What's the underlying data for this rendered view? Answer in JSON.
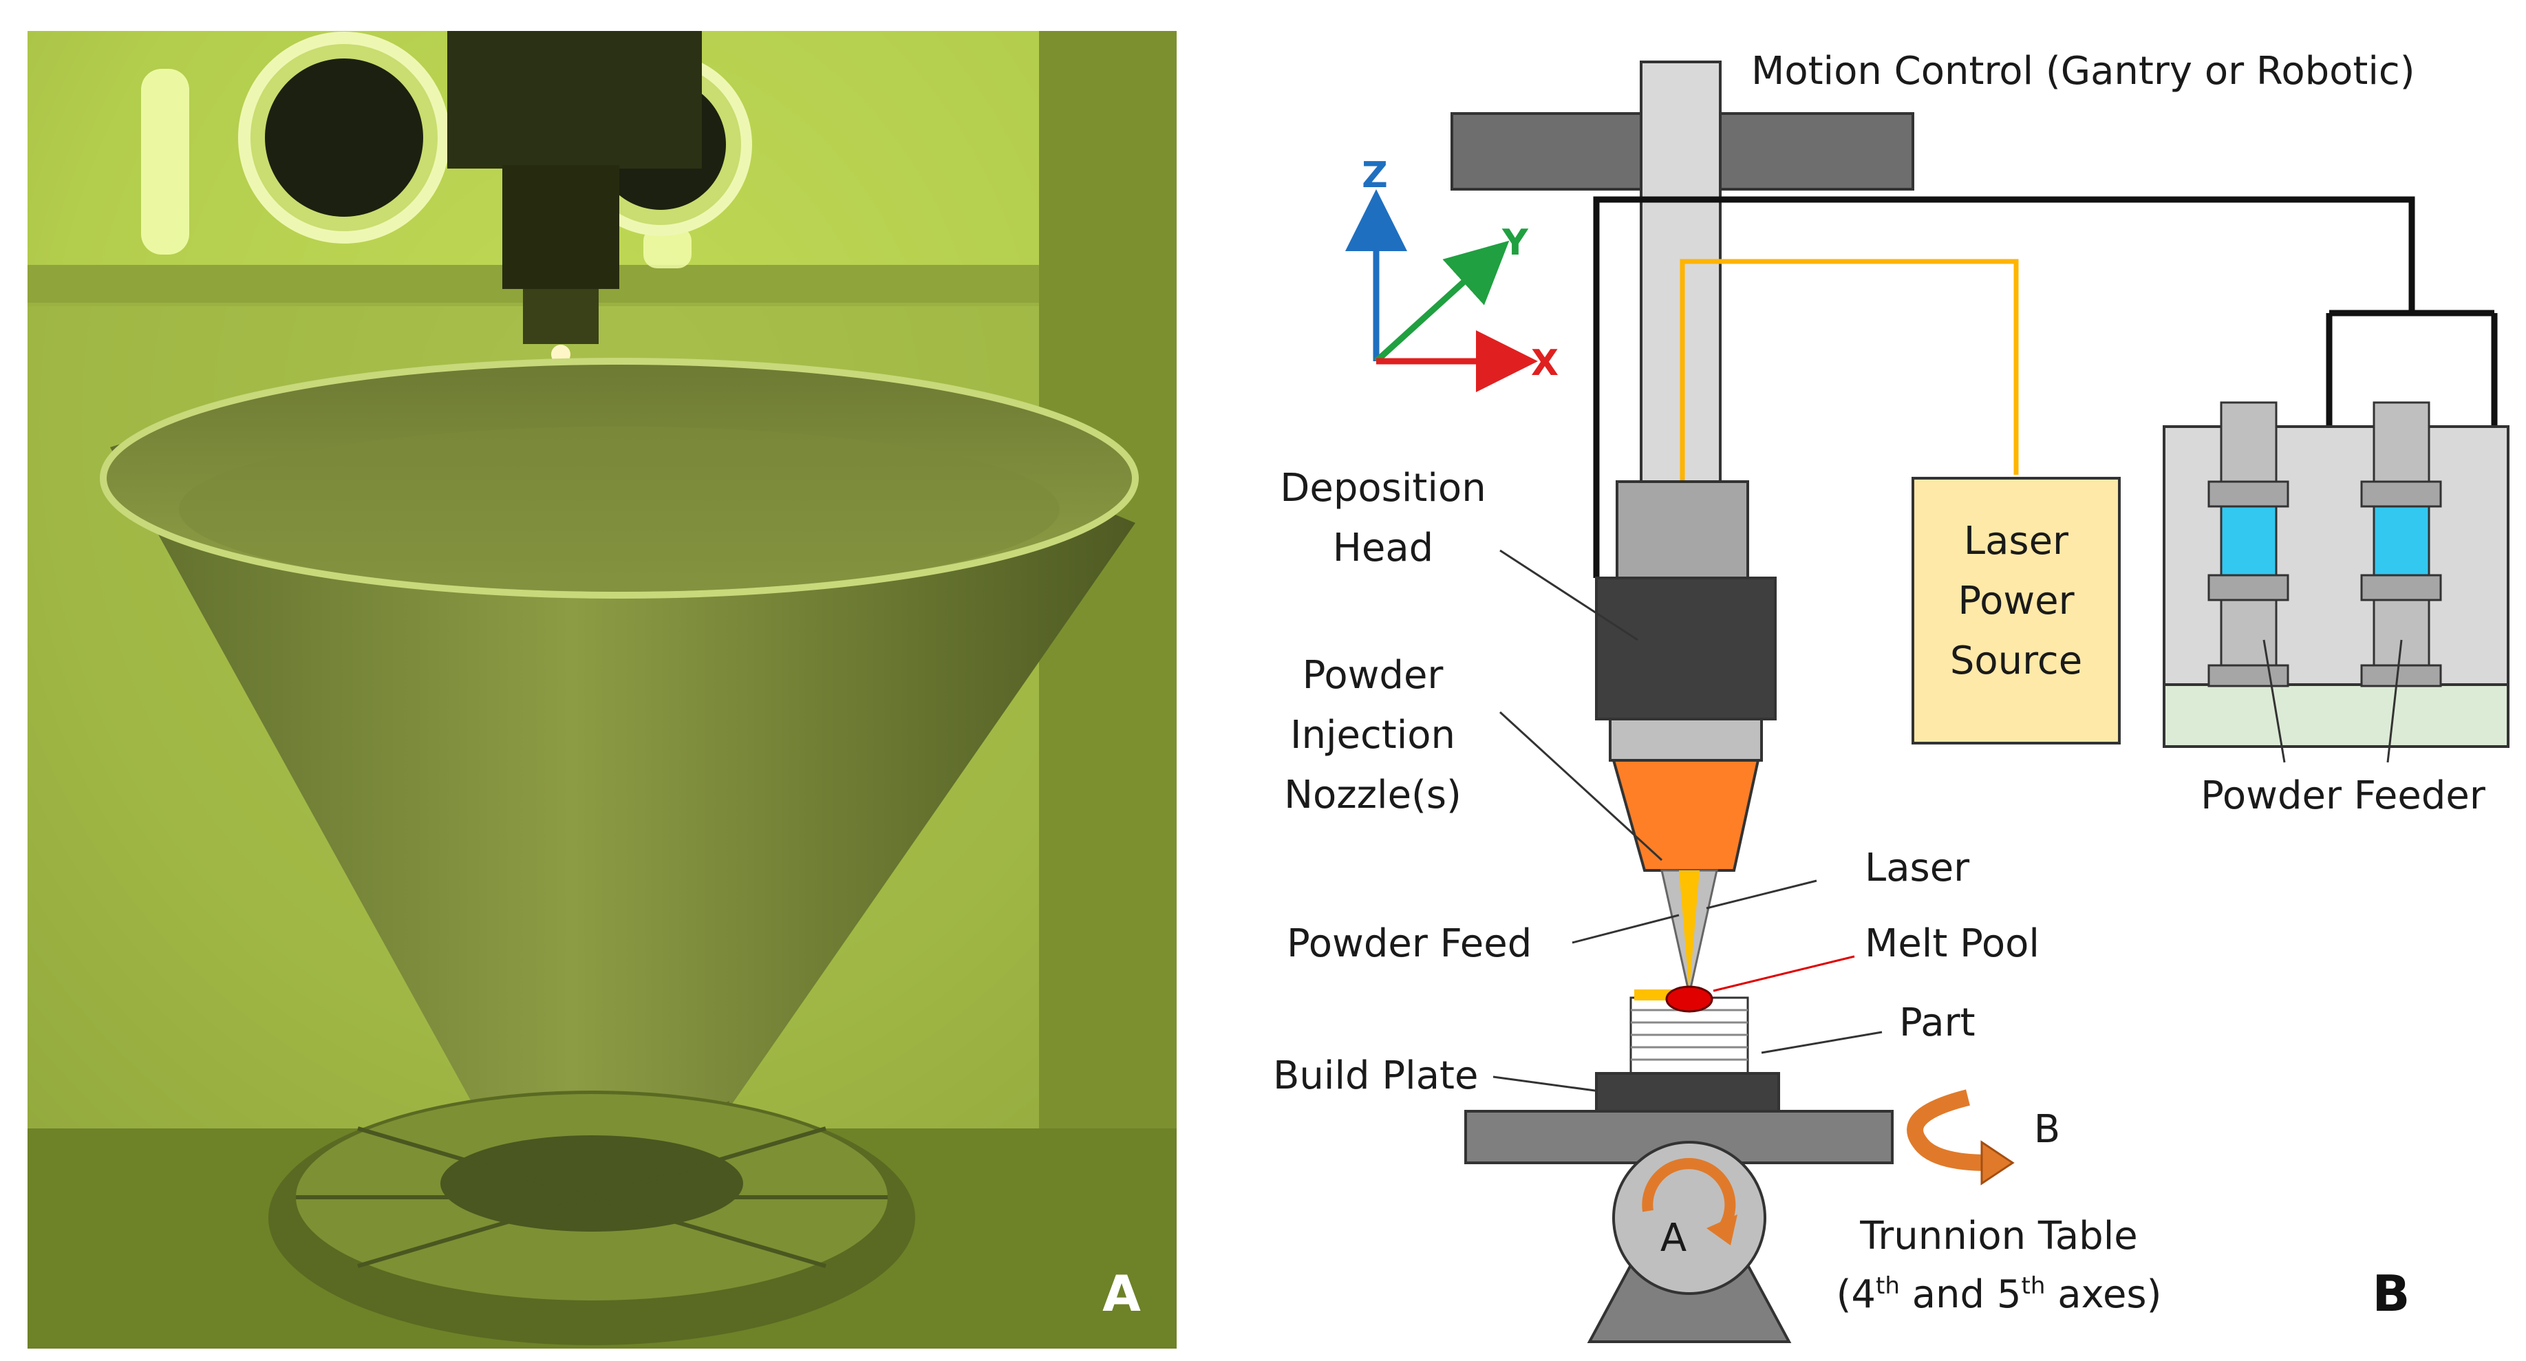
{
  "panel_a": {
    "letter": "A"
  },
  "panel_b": {
    "letter": "B",
    "motion_control": "Motion Control (Gantry or Robotic)",
    "axes": {
      "z": "Z",
      "y": "Y",
      "x": "X"
    },
    "deposition_head": [
      "Deposition",
      "Head"
    ],
    "laser_power_source": [
      "Laser",
      "Power",
      "Source"
    ],
    "powder_injection_nozzle": [
      "Powder",
      "Injection",
      "Nozzle(s)"
    ],
    "powder_feeder": "Powder Feeder",
    "laser": "Laser",
    "powder_feed": "Powder Feed",
    "melt_pool": "Melt Pool",
    "part": "Part",
    "build_plate": "Build Plate",
    "rotation_b": "B",
    "rotation_a": "A",
    "trunnion_table": "Trunnion Table",
    "axes_note": {
      "open": "(4",
      "th1": "th",
      "mid": " and 5",
      "th2": "th",
      "close": " axes)"
    }
  },
  "colors": {
    "chamber_green": "#a8c24a",
    "nozzle_orange": "#ff7f27",
    "laser_yellow": "#ffc000",
    "melt_red": "#e00000",
    "power_box": "#ffe9a8",
    "feeder_glass": "#33c8f0",
    "feeder_base": "#dcebd6",
    "axis_x": "#e02020",
    "axis_y": "#20a040",
    "axis_z": "#1f6fc0",
    "rotation_arrow": "#e07a2a"
  }
}
